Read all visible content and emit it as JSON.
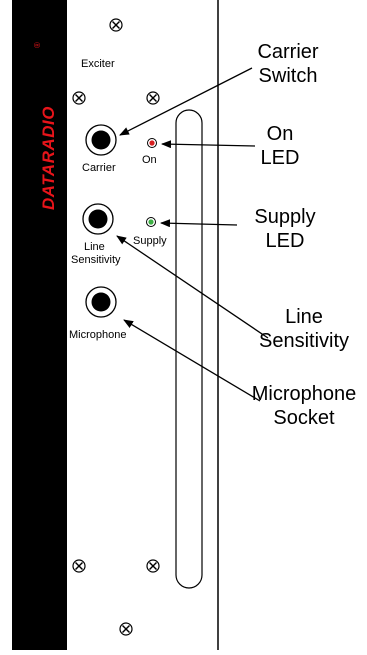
{
  "brand": {
    "logo_text": "DATARADIO",
    "registered_mark": "®"
  },
  "panel": {
    "module_label": "Exciter",
    "jack_labels": {
      "carrier": "Carrier",
      "line_sensitivity_line1": "Line",
      "line_sensitivity_line2": "Sensitivity",
      "microphone": "Microphone"
    },
    "led_labels": {
      "on": "On",
      "supply": "Supply"
    }
  },
  "callouts": {
    "carrier_switch": [
      "Carrier",
      "Switch"
    ],
    "on_led": [
      "On",
      "LED"
    ],
    "supply_led": [
      "Supply",
      "LED"
    ],
    "line_sensitivity": [
      "Line",
      "Sensitivity"
    ],
    "microphone_socket": [
      "Microphone",
      "Socket"
    ]
  },
  "colors": {
    "side_strip": "#000000",
    "logo": "#e8141a",
    "on_led": "#d61e1e",
    "supply_led": "#3cb043",
    "panel_line": "#000000",
    "background": "#ffffff"
  },
  "icons": {
    "screw": "screw-icon",
    "jack": "jack-socket-icon",
    "led": "led-indicator-icon"
  }
}
